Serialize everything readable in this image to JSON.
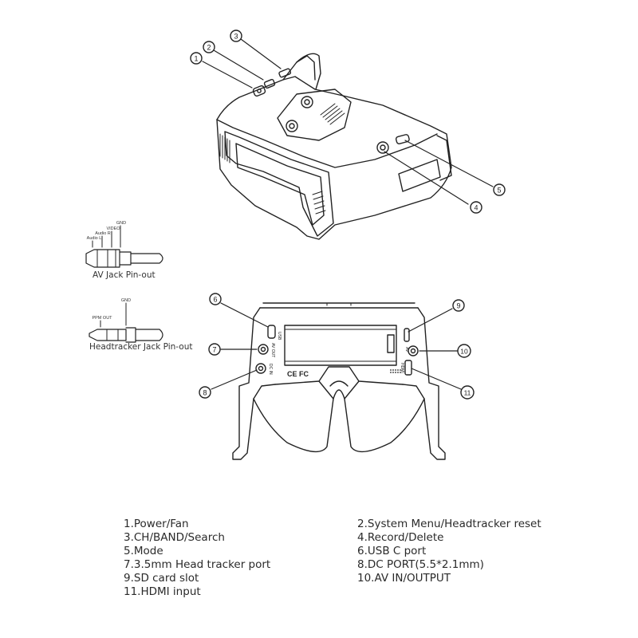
{
  "callouts": [
    "1",
    "2",
    "3",
    "4",
    "5",
    "6",
    "7",
    "8",
    "9",
    "10",
    "11"
  ],
  "goggle_markings": {
    "usb": "USB",
    "av_out": "AV OUT",
    "dc_in": "DC IN",
    "av": "AV",
    "hdmi": "HDMI",
    "cert": "CE FC"
  },
  "av_jack": {
    "caption": "AV Jack Pin-out",
    "pins": [
      "Audio L",
      "Audio R",
      "VIDEO",
      "GND"
    ]
  },
  "headtracker_jack": {
    "caption": "Headtracker Jack Pin-out",
    "pins": [
      "PPM OUT",
      "GND"
    ]
  },
  "legend": {
    "left": [
      "1.Power/Fan",
      "3.CH/BAND/Search",
      "5.Mode",
      "7.3.5mm Head tracker port",
      "9.SD card slot",
      "11.HDMI input"
    ],
    "right": [
      "2.System Menu/Headtracker reset",
      "4.Record/Delete",
      "6.USB C port",
      "8.DC PORT(5.5*2.1mm)",
      "10.AV IN/OUTPUT"
    ]
  }
}
